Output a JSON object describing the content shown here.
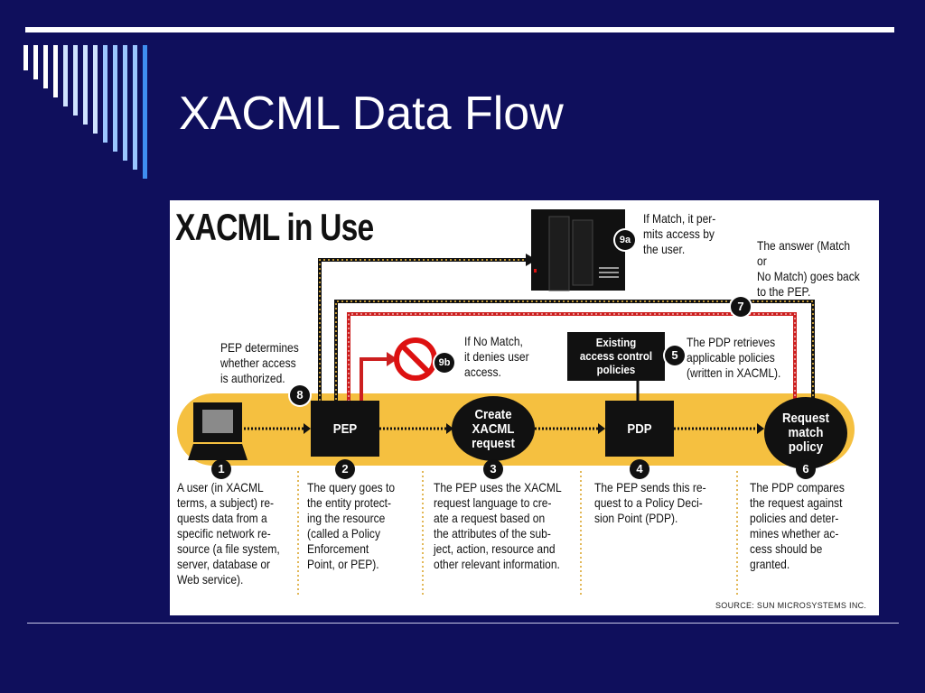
{
  "slide": {
    "title": "XACML Data Flow",
    "background_color": "#0f0f5c",
    "accent_stripe_colors": [
      "#ffffff",
      "#cfe3ff",
      "#9bc6ff",
      "#3f8ef0"
    ]
  },
  "diagram": {
    "title": "XACML in Use",
    "source": "SOURCE: SUN MICROSYSTEMS INC.",
    "band_color": "#f5c040",
    "nodes": {
      "pep": "PEP",
      "create_request": "Create\nXACML\nrequest",
      "pdp": "PDP",
      "request_match": "Request\nmatch\npolicy",
      "policies": "Existing\naccess control\npolicies"
    },
    "icons": [
      "computer-icon",
      "server-icon",
      "no-entry-icon"
    ],
    "steps": [
      {
        "num": "1",
        "text": "A user (in XACML\nterms, a subject) re-\nquests data from a\nspecific network re-\nsource (a file system,\nserver, database or\nWeb service)."
      },
      {
        "num": "2",
        "text": "The query goes to\nthe entity protect-\ning the resource\n(called a Policy\nEnforcement\nPoint, or PEP)."
      },
      {
        "num": "3",
        "text": "The PEP uses the XACML\nrequest language to cre-\nate a request based on\nthe attributes of the sub-\nject, action, resource and\nother relevant information."
      },
      {
        "num": "4",
        "text": "The PEP sends this re-\nquest to a Policy Deci-\nsion Point (PDP)."
      },
      {
        "num": "5",
        "text": "The PDP retrieves\napplicable policies\n(written in XACML)."
      },
      {
        "num": "6",
        "text": "The PDP compares\nthe request against\npolicies and deter-\nmines whether ac-\ncess should be\ngranted."
      },
      {
        "num": "7",
        "text": "The answer (Match or\nNo Match) goes back\nto the PEP."
      },
      {
        "num": "8",
        "text": "PEP determines\nwhether access\nis authorized."
      },
      {
        "num": "9a",
        "text": "If Match, it per-\nmits access by\nthe user."
      },
      {
        "num": "9b",
        "text": "If No Match,\nit denies user\naccess."
      }
    ]
  }
}
